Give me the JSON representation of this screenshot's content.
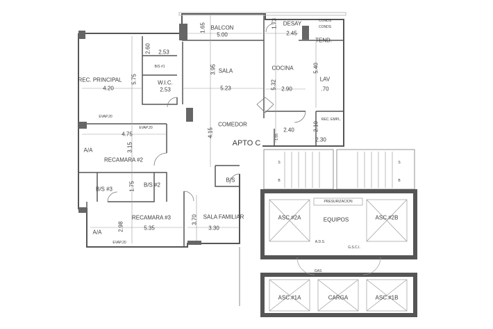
{
  "title": "APTO C",
  "rooms": {
    "balcon": {
      "name": "BALCON",
      "width": "5.00",
      "depth": "1.65"
    },
    "desay": {
      "name": "DESAY",
      "width": "2.45",
      "depth": "1.73"
    },
    "tend": {
      "name": "TEND."
    },
    "conds": [
      "CONDS",
      "CONDS"
    ],
    "rec_principal": {
      "name": "REC. PRINCIPAL",
      "width": "4.20",
      "depth": "5.75"
    },
    "bs1": {
      "name": "B/S #1",
      "depth": "2.60",
      "width": "2.53"
    },
    "wic": {
      "name": "W.I.C.",
      "width": "2.53"
    },
    "sala": {
      "name": "SALA",
      "width": "5.23",
      "depth": "3.95"
    },
    "cocina": {
      "name": "COCINA",
      "width": "2.90",
      "depth": "5.32"
    },
    "lav": {
      "name": "LAV",
      "width": ".70",
      "depth": "5.40"
    },
    "rec_empl": {
      "name": "REC. EMPL.",
      "depth": "2.10",
      "width": "2.30"
    },
    "bs_empl": {
      "width": "2.40",
      "depth": "1.55"
    },
    "comedor": {
      "name": "COMEDOR",
      "depth": "4.15"
    },
    "recamara2": {
      "name": "RECAMARA #2",
      "width": "4.75",
      "depth": "3.15"
    },
    "aa1": "A/A",
    "aa2": "A/A",
    "bs3": {
      "name": "B/S #3"
    },
    "bs2": {
      "name": "B/S #2",
      "depth": "1.75"
    },
    "bs_visit": {
      "name": "B/S"
    },
    "recamara3": {
      "name": "RECAMARA #3",
      "width": "5.35",
      "depth": "2.98"
    },
    "sala_familiar": {
      "name": "SALA FAMILIAR",
      "width": "3.30",
      "depth": "3.70"
    },
    "evap": [
      "EVAP.20",
      "EVAP.20",
      "EVAP.20"
    ]
  },
  "core": {
    "stairs": [
      "S",
      "B",
      "S",
      "B"
    ],
    "asc2a": "ASC.#2A",
    "asc2b": "ASC.#2B",
    "presurizacion": "PRESURIZACION",
    "equipos": "EQUIPOS",
    "gsci": "G.S.C.I.",
    "ads": "A.D.S.",
    "gas": "GAS",
    "asc1a": "ASC.#1A",
    "carga": "CARGA",
    "asc1b": "ASC.#1B"
  }
}
